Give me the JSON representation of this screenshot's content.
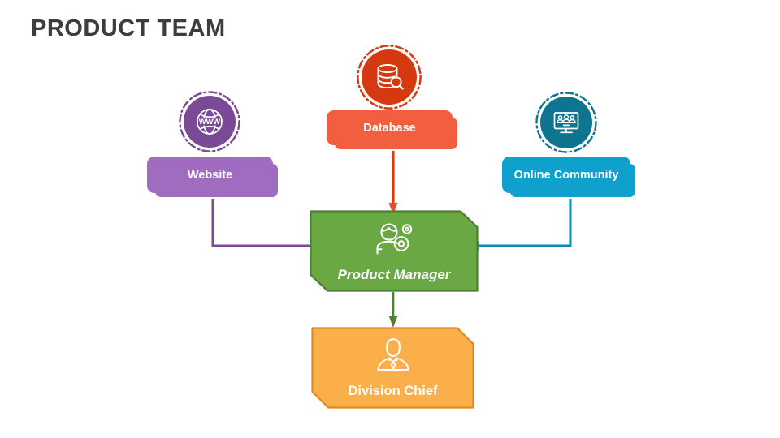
{
  "slide": {
    "title": "PRODUCT TEAM",
    "background": "#ffffff",
    "title_color": "#3d3d3d"
  },
  "nodes": [
    {
      "id": "website",
      "label": "Website",
      "icon": "globe-www-icon",
      "circle_color": "#7A4A96",
      "button_color": "#A06CBF",
      "border_color": "#7A4A96",
      "connector_color": "#7A4A96"
    },
    {
      "id": "database",
      "label": "Database",
      "icon": "database-search-icon",
      "circle_color": "#D6380F",
      "button_color": "#F15F40",
      "border_color": "#D6380F",
      "connector_color": "#DB3A11"
    },
    {
      "id": "online-community",
      "label": "Online Community",
      "icon": "monitor-people-icon",
      "circle_color": "#0E7490",
      "button_color": "#0FA0CE",
      "border_color": "#0E7490",
      "connector_color": "#1088B4"
    },
    {
      "id": "product-manager",
      "label": "Product Manager",
      "icon": "person-gears-icon",
      "fill_color": "#69A843",
      "border_color": "#4E7F31",
      "connector_color": "#4E8233"
    },
    {
      "id": "division-chief",
      "label": "Division Chief",
      "icon": "businessman-icon",
      "fill_color": "#FAAF4B",
      "border_color": "#E08A1E"
    }
  ],
  "connections": [
    {
      "from": "website",
      "to": "product-manager",
      "color": "#7A4A96"
    },
    {
      "from": "database",
      "to": "product-manager",
      "color": "#DB3A11"
    },
    {
      "from": "online-community",
      "to": "product-manager",
      "color": "#1088B4"
    },
    {
      "from": "product-manager",
      "to": "division-chief",
      "color": "#4E8233"
    }
  ]
}
